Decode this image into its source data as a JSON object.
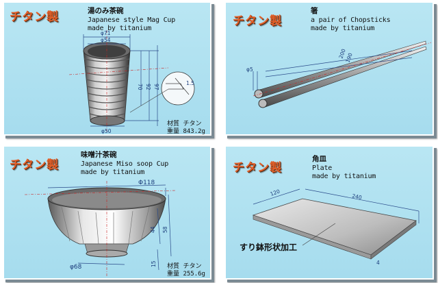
{
  "panels": [
    {
      "brand": "チタン製",
      "name_jp": "湯のみ茶碗",
      "name_en_1": "Japanese style Mag Cup",
      "name_en_2": "made by titanium",
      "material_label": "材質",
      "material_value": "チタン",
      "weight_label": "重量",
      "weight_value": "843.2g",
      "dims": {
        "d1": "φ71",
        "d2": "φ54",
        "d3": "φ50",
        "h1": "70",
        "h2": "92",
        "h3": "97",
        "s1": "1.5"
      }
    },
    {
      "brand": "チタン製",
      "name_jp": "箸",
      "name_en_1": "a pair of Chopsticks",
      "name_en_2": "made by titanium",
      "dims": {
        "l1": "200",
        "l2": "190",
        "t1": "φ5"
      }
    },
    {
      "brand": "チタン製",
      "name_jp": "味噌汁茶碗",
      "name_en_1": "Japanese Miso soop Cup",
      "name_en_2": "made by titanium",
      "material_label": "材質",
      "material_value": "チタン",
      "weight_label": "重量",
      "weight_value": "255.6g",
      "dims": {
        "d1": "Φ118",
        "d2": "φ68",
        "h1": "44",
        "h2": "58",
        "h3": "15"
      }
    },
    {
      "brand": "チタン製",
      "name_jp": "角皿",
      "name_en_1": "Plate",
      "name_en_2": "made by titanium",
      "callout": "すり鉢形状加工",
      "dims": {
        "w": "120",
        "l": "240",
        "t": "4"
      }
    }
  ]
}
